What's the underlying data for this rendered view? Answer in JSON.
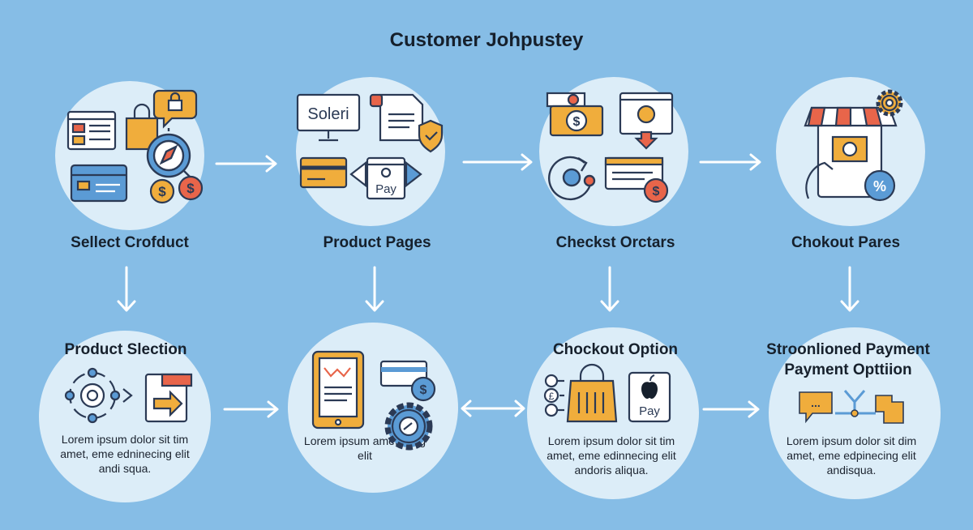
{
  "title": "Customer Johpustey",
  "stages_top": [
    {
      "label": "Sellect Crofduct"
    },
    {
      "label": "Product Pages"
    },
    {
      "label": "Checkst Orctars"
    },
    {
      "label": "Chokout Pares"
    }
  ],
  "stages_bottom": [
    {
      "label": "Product Slection",
      "desc": "Lorem ipsum dolor sit tim amet, eme edninecing elit andi squa."
    },
    {
      "label": "",
      "desc": "Lorem ipsum amet seng elit"
    },
    {
      "label": "Chockout Option",
      "desc": "Lorem ipsum dolor sit tim amet, eme edinnecing elit andoris aliqua."
    },
    {
      "label": "Stroonlioned Payment",
      "label2": "Payment Opttiion",
      "desc": "Lorem ipsum dolor sit dim amet, eme edpinecing elit andisqua."
    }
  ],
  "icon_text": {
    "screen_word": "Soleri",
    "pay_word": "Pay",
    "apple_pay_word": "Pay",
    "dollar": "$",
    "pound": "£",
    "percent": "%",
    "dots": "..."
  },
  "icons": [
    "browser-window-icon",
    "credit-card-icon",
    "lock-chat-icon",
    "shopping-bag-icon",
    "compass-icon",
    "dollar-coin-icon",
    "monitor-icon",
    "document-icon",
    "shield-icon",
    "pay-terminal-icon",
    "wallet-icon",
    "refresh-cycle-icon",
    "download-window-icon",
    "storefront-icon",
    "gear-icon",
    "discount-badge-icon",
    "process-cycle-icon",
    "export-document-icon",
    "tablet-icon",
    "gear-cog-icon",
    "tote-bag-icon",
    "apple-pay-icon",
    "chat-bubble-icon",
    "network-connector-icon"
  ],
  "colors": {
    "background": "#86bde6",
    "circle": "#dcedf8",
    "text": "#16202c",
    "outline": "#2b3a55",
    "orange": "#f0ad3c",
    "red": "#e8654a",
    "blue": "#5b9bd5",
    "arrow": "#ffffff"
  }
}
